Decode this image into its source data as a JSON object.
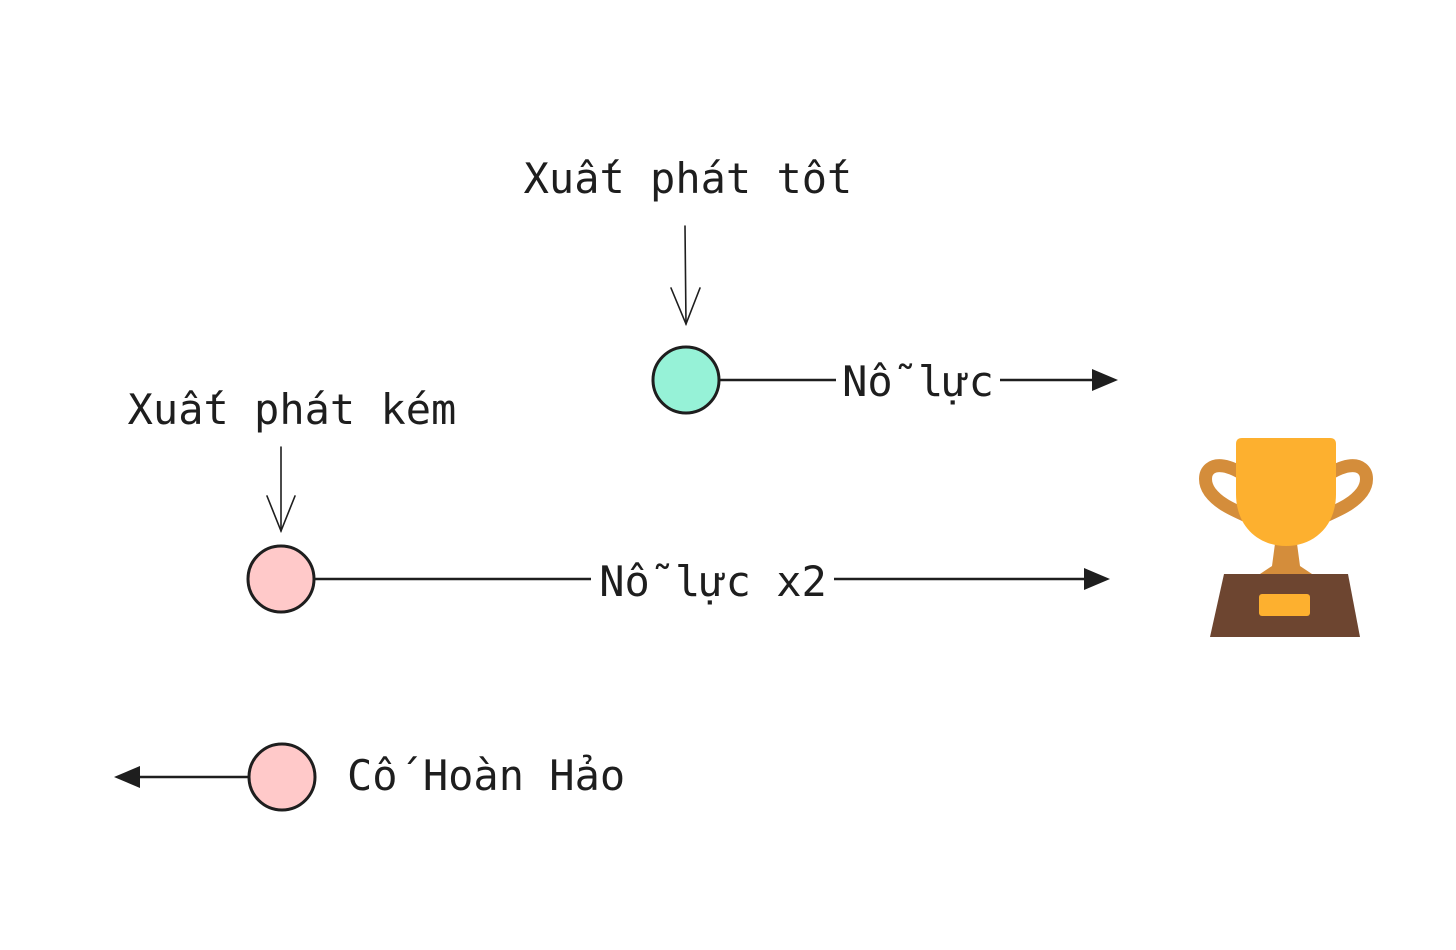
{
  "nodes": {
    "good_start": {
      "label": "Xuất phát tốt",
      "color": "#96f2d7",
      "edge_label": "Nỗ lực"
    },
    "bad_start": {
      "label": "Xuất phát kém",
      "color": "#ffc9c9",
      "edge_label": "Nỗ lực x2"
    },
    "perfectionist": {
      "label": "Cố Hoàn Hảo",
      "color": "#ffc9c9"
    }
  },
  "stroke_color": "#1e1e1e",
  "icons": {
    "goal": "trophy-icon"
  }
}
